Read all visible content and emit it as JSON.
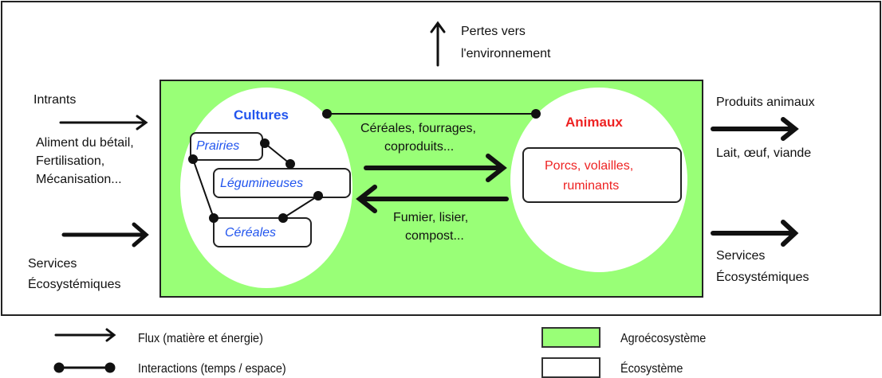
{
  "outer_box": {
    "label": "ecosystem"
  },
  "top": {
    "loss_label_line1": "Pertes vers",
    "loss_label_line2": "l'environnement"
  },
  "left": {
    "inputs_title": "Intrants",
    "inputs_line1": "Aliment du bétail,",
    "inputs_line2": "Fertilisation,",
    "inputs_line3": "Mécanisation...",
    "services_line1": "Services",
    "services_line2": "Écosystémiques"
  },
  "cultures": {
    "title": "Cultures",
    "items": [
      "Prairies",
      "Légumineuses",
      "Céréales"
    ],
    "color": "#2255ee"
  },
  "animaux": {
    "title": "Animaux",
    "box_line1": "Porcs, volailles,",
    "box_line2": "ruminants",
    "color": "#ee2222"
  },
  "flows": {
    "to_animals_line1": "Céréales, fourrages,",
    "to_animals_line2": "coproduits...",
    "to_crops_line1": "Fumier, lisier,",
    "to_crops_line2": "compost..."
  },
  "right": {
    "products_title": "Produits animaux",
    "products_detail": "Lait, œuf, viande",
    "services_line1": "Services",
    "services_line2": "Écosystémiques"
  },
  "legend": {
    "flux": "Flux (matière et énergie)",
    "interactions": "Interactions (temps / espace)",
    "agro": "Agroécosystème",
    "eco": "Écosystème",
    "agro_color": "#99ff77"
  }
}
